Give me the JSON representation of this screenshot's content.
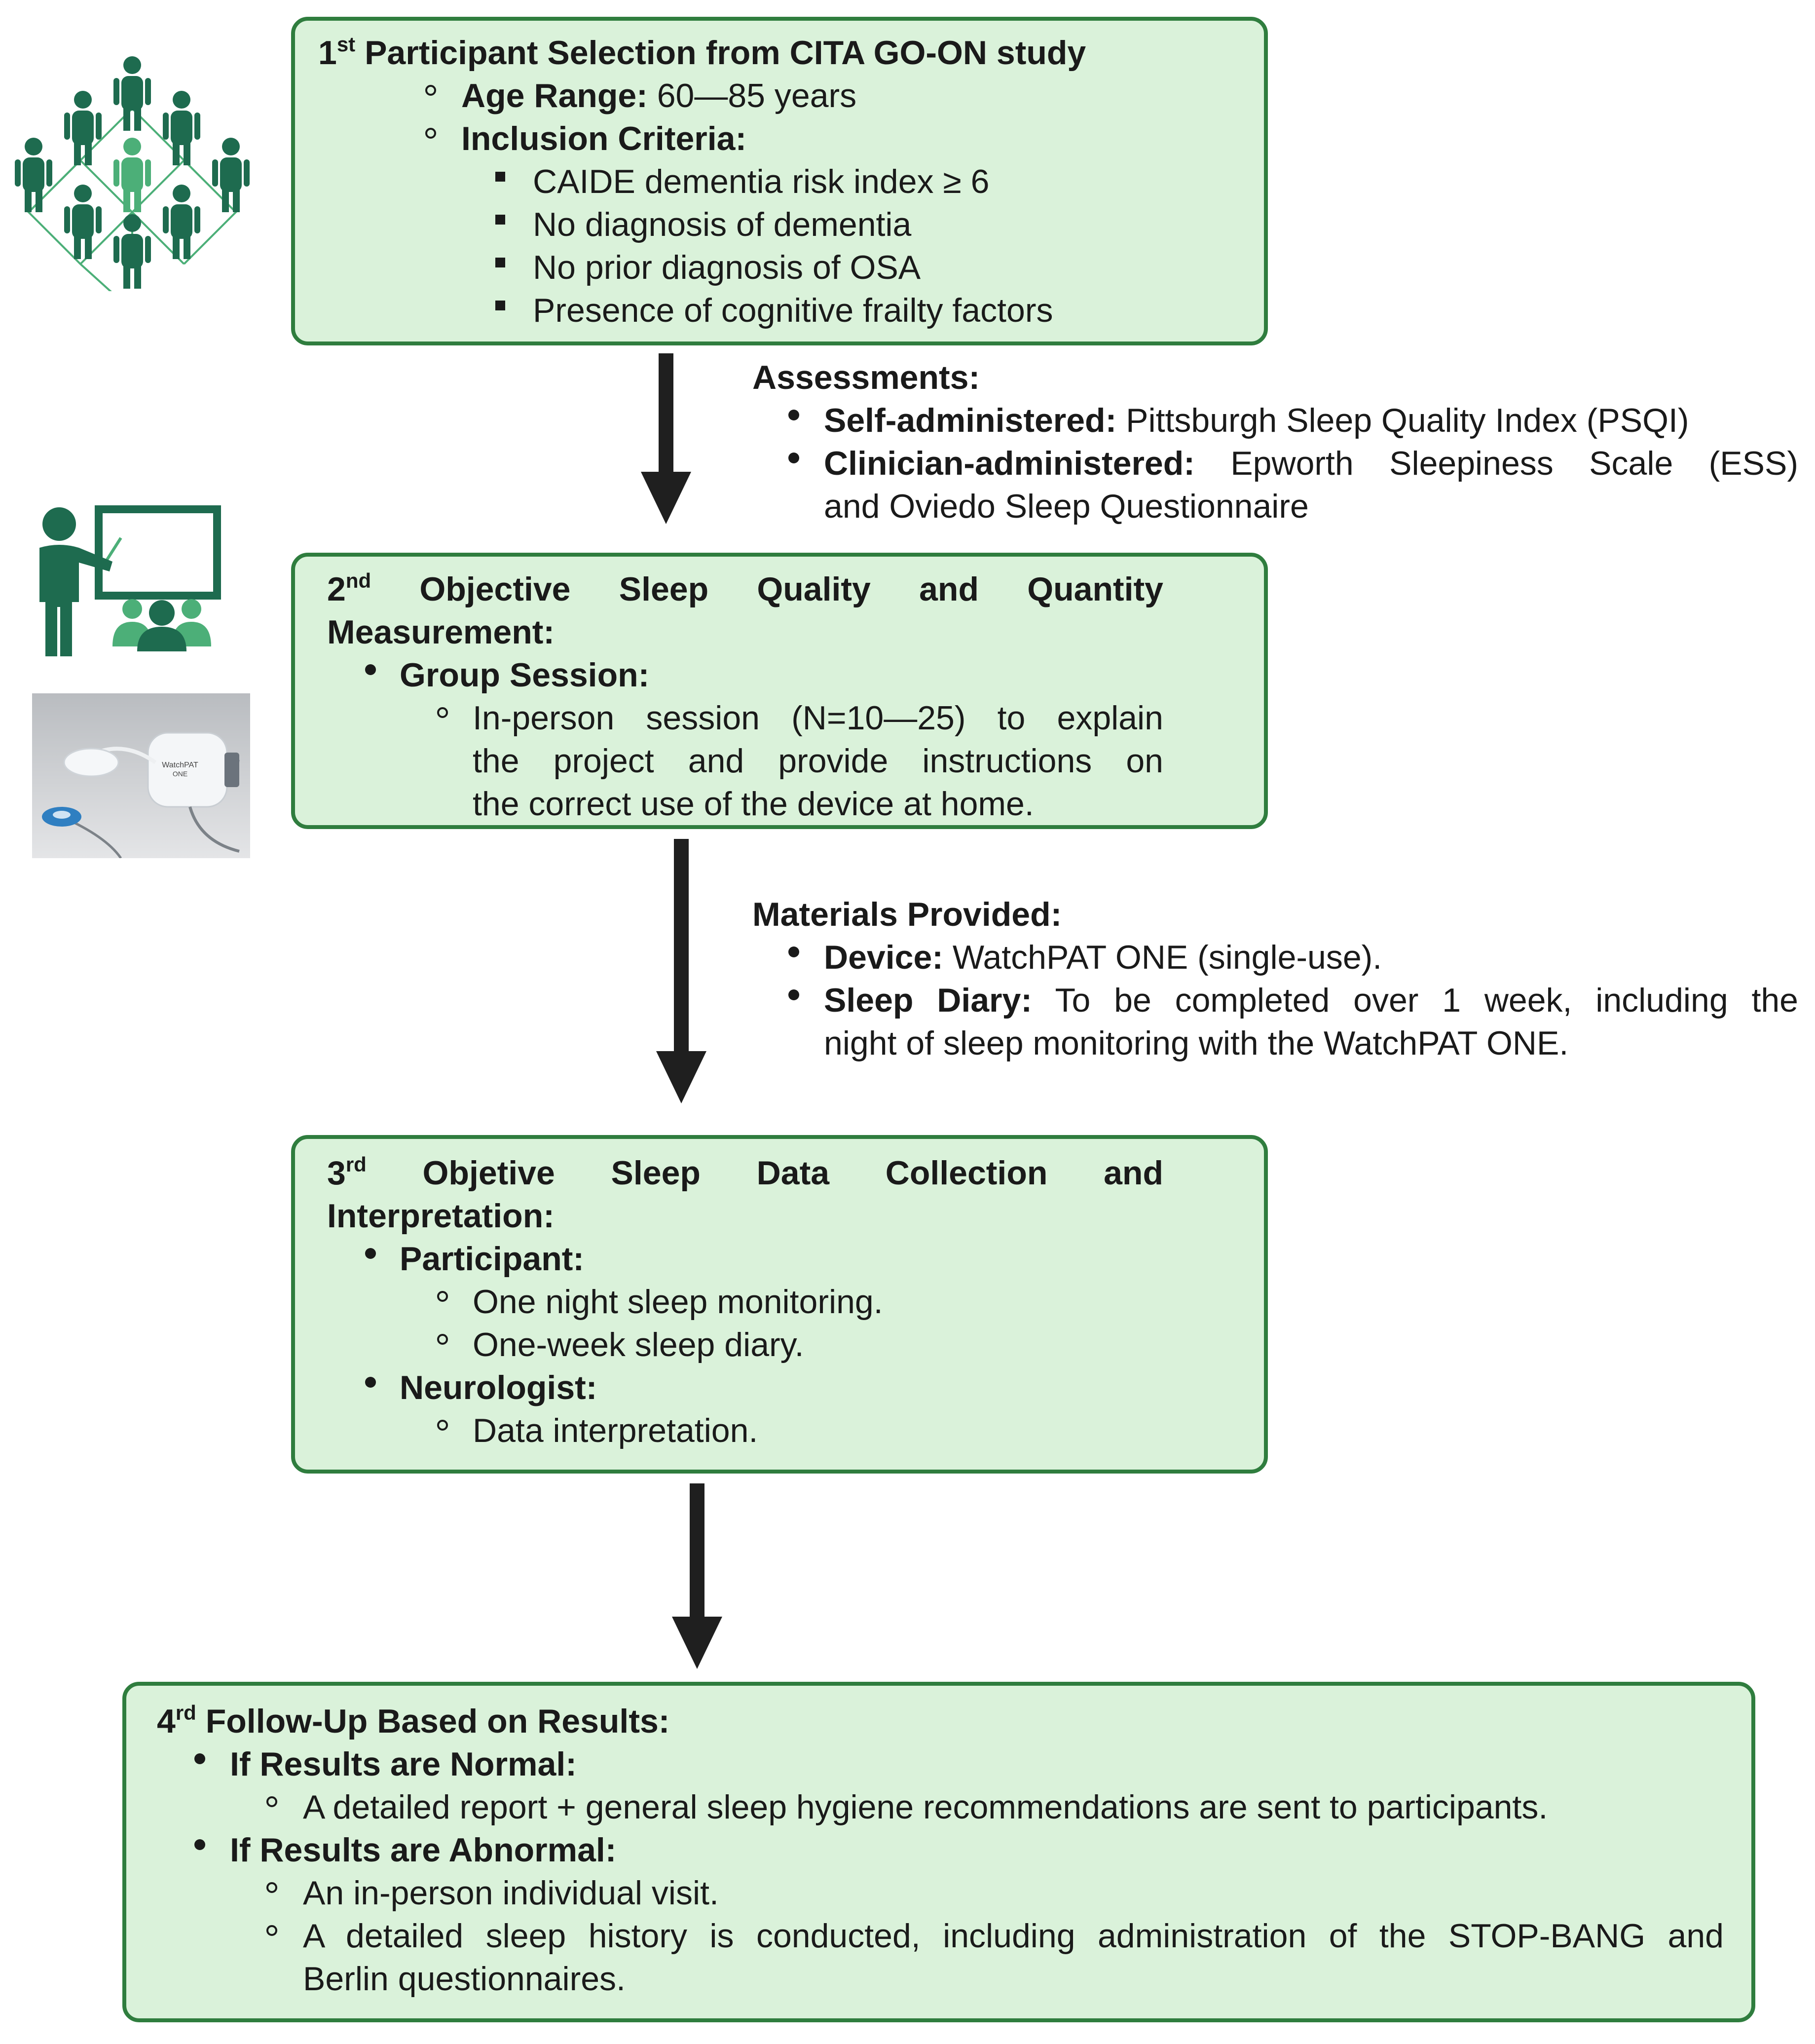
{
  "step1": {
    "num": "1",
    "sup": "st",
    "title": " Participant Selection from CITA GO-ON study",
    "age_label": "Age Range:",
    "age_value": " 60—85 years",
    "inclusion_label": "Inclusion Criteria:",
    "criteria": [
      "CAIDE dementia risk index ≥ 6",
      "No diagnosis of dementia",
      "No prior diagnosis of OSA",
      "Presence of cognitive frailty factors"
    ]
  },
  "assessments": {
    "heading": "Assessments:",
    "self_label": "Self-administered:",
    "self_value": " Pittsburgh Sleep Quality Index (PSQI)",
    "clin_label": "Clinician-administered:",
    "clin_value_line1": " Epworth Sleepiness Scale (ESS)",
    "clin_value_line2": "and Oviedo Sleep Questionnaire"
  },
  "step2": {
    "num": "2",
    "sup": "nd",
    "title_line1": " Objective Sleep Quality and Quantity",
    "title_line2": "Measurement:",
    "group_label": "Group Session:",
    "session_line1": "In-person session (N=10—25) to explain",
    "session_line2": "the project and provide instructions on",
    "session_line3": "the correct use of the device at home."
  },
  "materials": {
    "heading": "Materials Provided:",
    "device_label": "Device:",
    "device_value": " WatchPAT ONE (single-use).",
    "diary_label": "Sleep Diary:",
    "diary_value_line1": " To be completed over 1 week, including the",
    "diary_value_line2": "night of sleep monitoring with the WatchPAT ONE."
  },
  "step3": {
    "num": "3",
    "sup": "rd",
    "title_line1": " Objetive Sleep Data Collection and",
    "title_line2": "Interpretation:",
    "participant_label": "Participant:",
    "participant_items": [
      "One night sleep monitoring.",
      "One-week sleep diary."
    ],
    "neuro_label": "Neurologist:",
    "neuro_items": [
      "Data interpretation."
    ]
  },
  "step4": {
    "num": "4",
    "sup": "rd",
    "title": " Follow-Up Based on Results:",
    "normal_label": "If Results are Normal:",
    "normal_item": "A detailed report + general sleep hygiene recommendations are sent to participants.",
    "abnormal_label": "If Results are Abnormal:",
    "abnormal_item1": "An in-person individual visit.",
    "abnormal_item2_line1": "A detailed sleep history is conducted, including administration of the STOP-BANG and",
    "abnormal_item2_line2": "Berlin questionnaires."
  },
  "device_photo": {
    "label_line1": "WatchPAT",
    "label_line2": "ONE"
  },
  "colors": {
    "box_fill": "#daf2da",
    "box_border": "#2f7d3e",
    "icon_dark": "#1e6b4f",
    "icon_light": "#4caf78",
    "arrow": "#1f1f1f"
  }
}
